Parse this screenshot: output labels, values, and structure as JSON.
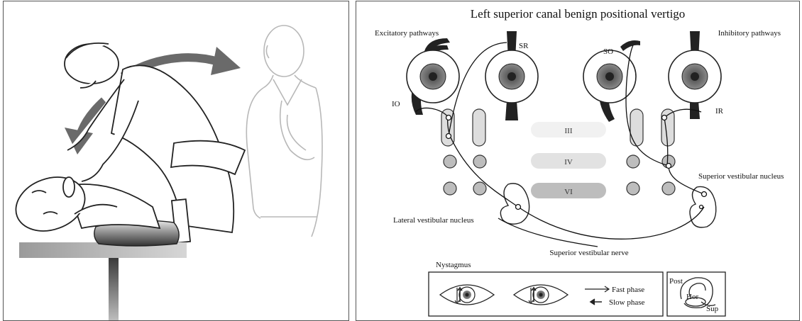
{
  "left_panel": {
    "description": "Examiner performing the maneuver on a patient lying supine on an examination table, with arrows showing the examiner moving from the bent position to standing upright"
  },
  "right_panel": {
    "title": "Left superior canal benign positional vertigo",
    "labels": {
      "excitatory": "Excitatory pathways",
      "inhibitory": "Inhibitory pathways",
      "sr": "SR",
      "so": "SO",
      "io": "IO",
      "ir": "IR",
      "lateral_nucleus": "Lateral vestibular nucleus",
      "superior_nucleus": "Superior vestibular nucleus",
      "nerve": "Superior vestibular nerve"
    },
    "nuclei": [
      "III",
      "IV",
      "VI"
    ],
    "nystagmus": {
      "title": "Nystagmus",
      "fast_phase": "Fast phase",
      "slow_phase": "Slow phase"
    },
    "canal_inset": {
      "post": "Post",
      "hor": "Hor",
      "sup": "Sup"
    }
  }
}
